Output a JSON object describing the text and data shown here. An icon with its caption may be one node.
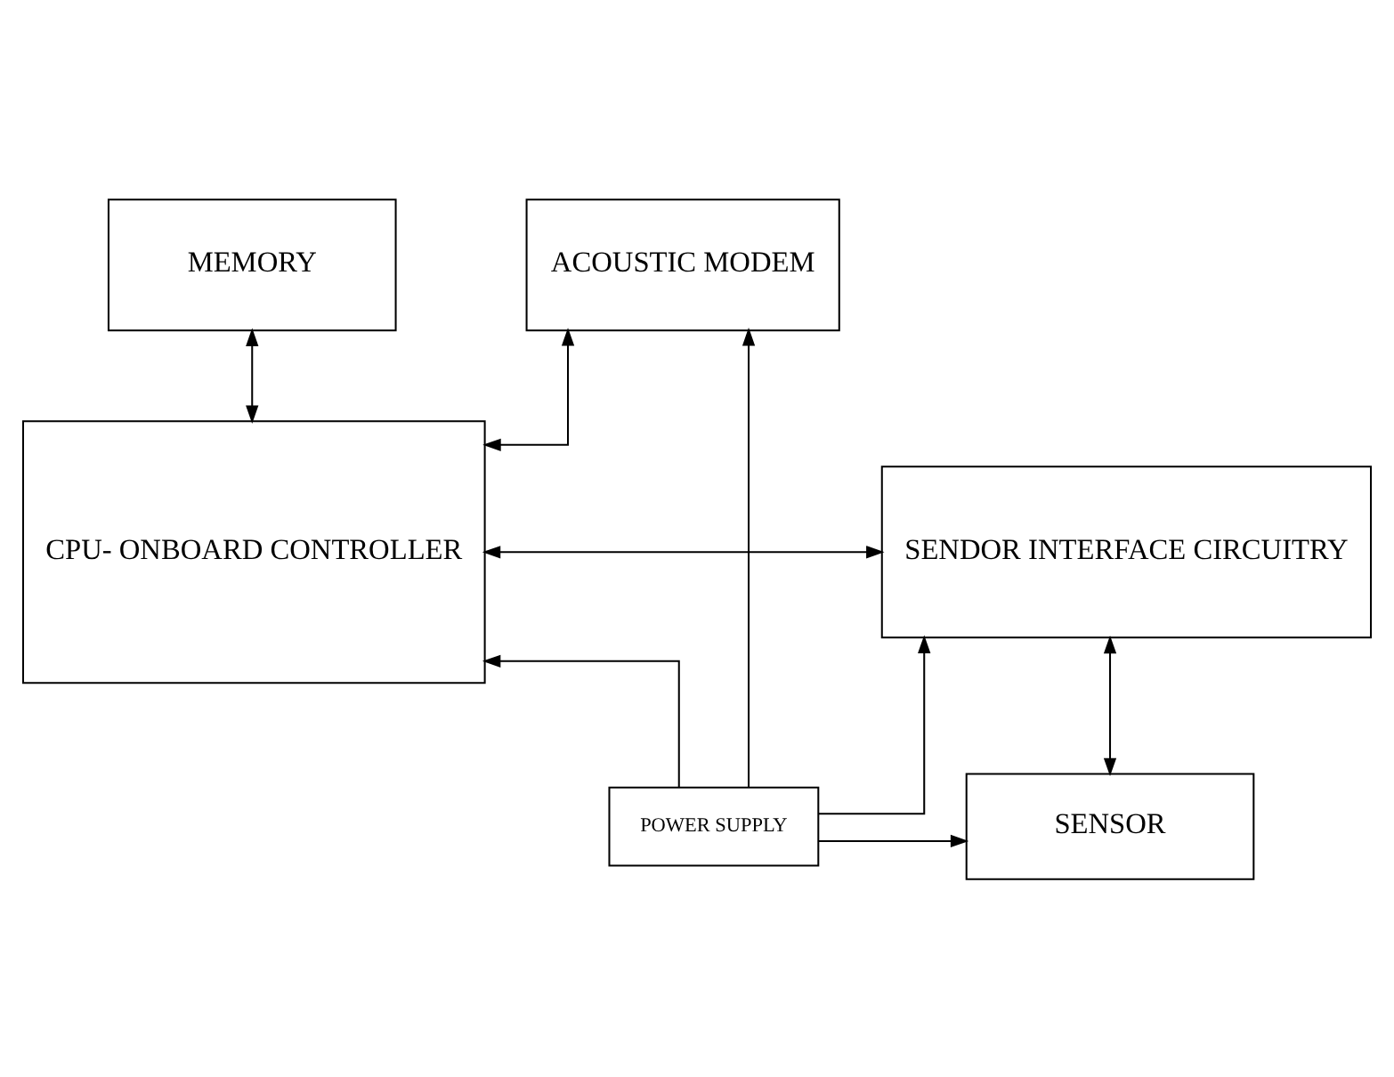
{
  "diagram": {
    "nodes": [
      {
        "text": [
          "MEMORY"
        ]
      },
      {
        "text": [
          "ACOUSTIC MODEM"
        ]
      },
      {
        "text": [
          "SENDOR INTERFACE CIRCUITRY"
        ]
      },
      {
        "text": [
          "CPU- ONBOARD CONTROLLER"
        ]
      },
      {
        "text": [
          "SENSOR"
        ]
      },
      {
        "text": [
          "POWER SUPPLY"
        ]
      }
    ],
    "edges": [
      {
        "from": 0,
        "to": 3,
        "arrow": "both"
      },
      {
        "from": 1,
        "to": 3,
        "arrow": "both"
      },
      {
        "from": 2,
        "to": 3,
        "arrow": "both"
      },
      {
        "from": 2,
        "to": 4,
        "arrow": "both"
      },
      {
        "from": 5,
        "to": 3,
        "arrow": "to"
      },
      {
        "from": 5,
        "to": 2,
        "arrow": "to"
      },
      {
        "from": 5,
        "to": 4,
        "arrow": "to"
      },
      {
        "from": 5,
        "to": 1,
        "arrow": "to"
      }
    ]
  }
}
